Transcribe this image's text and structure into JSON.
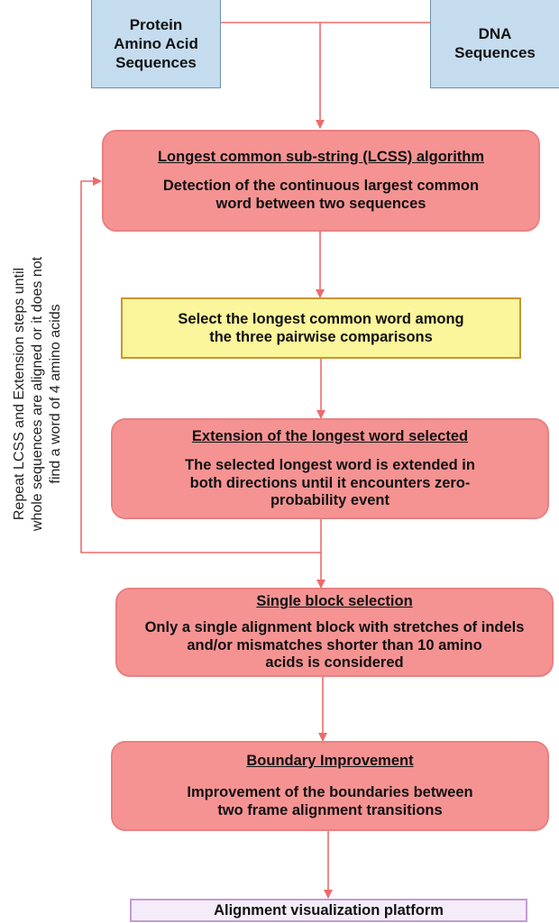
{
  "inputs": {
    "protein": "Protein\nAmino Acid\nSequences",
    "dna": "DNA\nSequences"
  },
  "steps": {
    "lcss": {
      "title": "Longest common sub-string (LCSS) algorithm",
      "body": "Detection of the continuous largest  common\nword between two sequences"
    },
    "select_word": {
      "body": "Select the longest common word among\nthe three pairwise comparisons"
    },
    "extension": {
      "title": "Extension of the longest word selected",
      "body": "The selected longest word is extended in\nboth  directions until it encounters zero-\nprobability event"
    },
    "block": {
      "title": "Single block selection",
      "body": "Only a single alignment block with stretches of indels\nand/or mismatches shorter than 10 amino\nacids is considered"
    },
    "boundary": {
      "title": "Boundary Improvement",
      "body": "Improvement of the boundaries between\ntwo frame alignment transitions"
    },
    "platform": {
      "label": "Alignment visualization platform"
    }
  },
  "loop_label": "Repeat LCSS and Extension steps until\nwhole sequences are aligned or it does not\nfind a word of 4 amino acids",
  "colors": {
    "input_fill": "#c5dcef",
    "step_fill": "#f59393",
    "highlight_fill": "#fbf59b",
    "final_fill": "#f4ecf8",
    "arrow": "#ee6b6b"
  }
}
